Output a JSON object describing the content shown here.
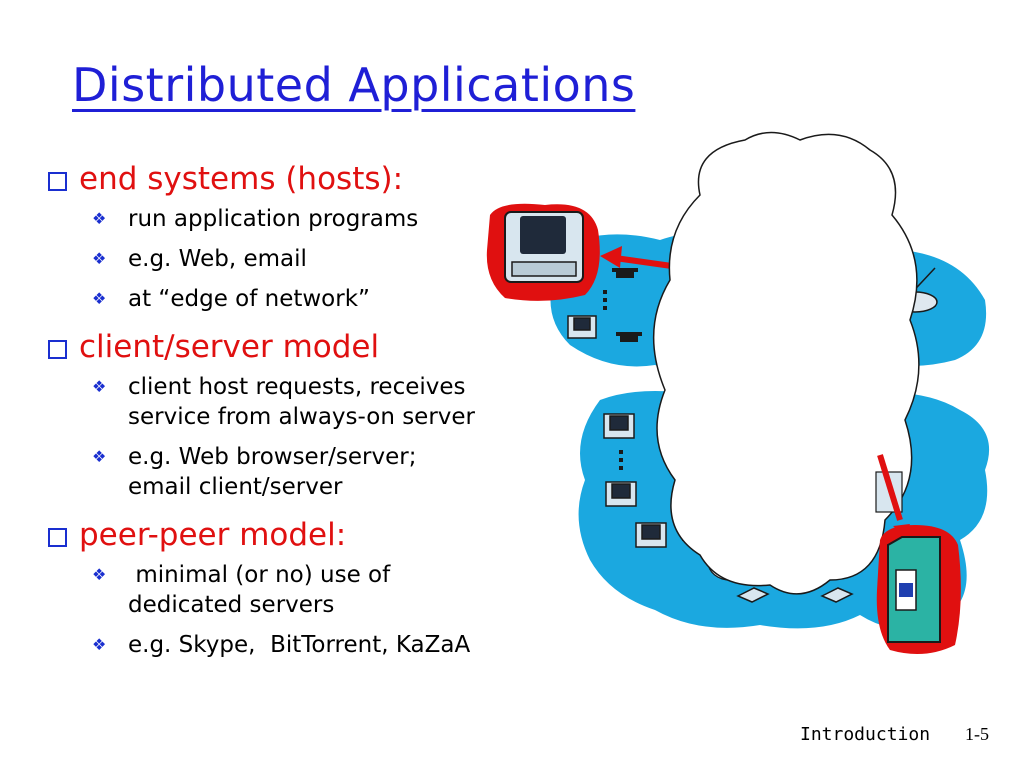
{
  "slide": {
    "title": "Distributed Applications",
    "bullets": [
      {
        "text": "end systems (hosts):",
        "sub": [
          "run application programs",
          "e.g. Web, email",
          "at “edge of network”"
        ]
      },
      {
        "text": "client/server model",
        "sub": [
          "client host requests, receives service from always-on server",
          "e.g. Web browser/server; email client/server"
        ]
      },
      {
        "text": "peer-peer model:",
        "sub": [
          " minimal (or no) use of dedicated servers",
          "e.g. Skype,  BitTorrent, KaZaA"
        ]
      }
    ],
    "footer_label": "Introduction",
    "page_number": "1-5"
  },
  "colors": {
    "title": "#1f1fd6",
    "bullet_text": "#e01010",
    "network_fill": "#1ba8e0",
    "highlight": "#e01010",
    "server": "#2bb3a4"
  },
  "icons": {
    "bullet_main": "hollow-square-icon",
    "bullet_sub": "diamond-icon",
    "network": "network-diagram"
  }
}
